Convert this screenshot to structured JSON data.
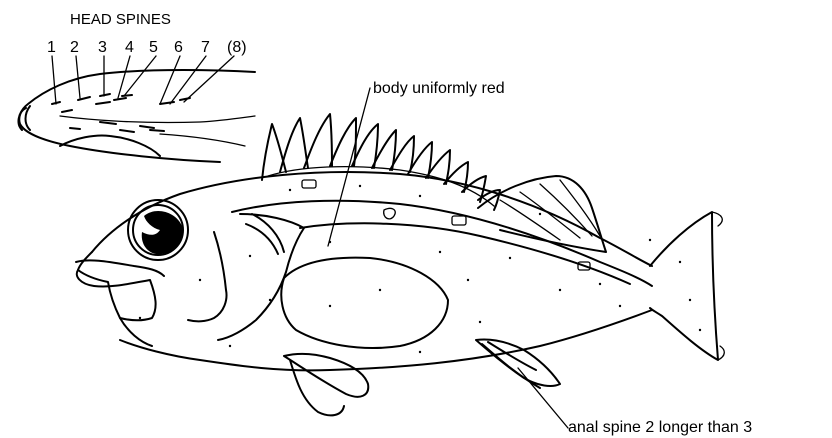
{
  "inset": {
    "title": "HEAD SPINES",
    "spine_numbers": [
      "1",
      "2",
      "3",
      "4",
      "5",
      "6",
      "7",
      "(8)"
    ]
  },
  "annotations": {
    "body": "body uniformly red",
    "anal_spine": "anal spine 2 longer than 3"
  }
}
